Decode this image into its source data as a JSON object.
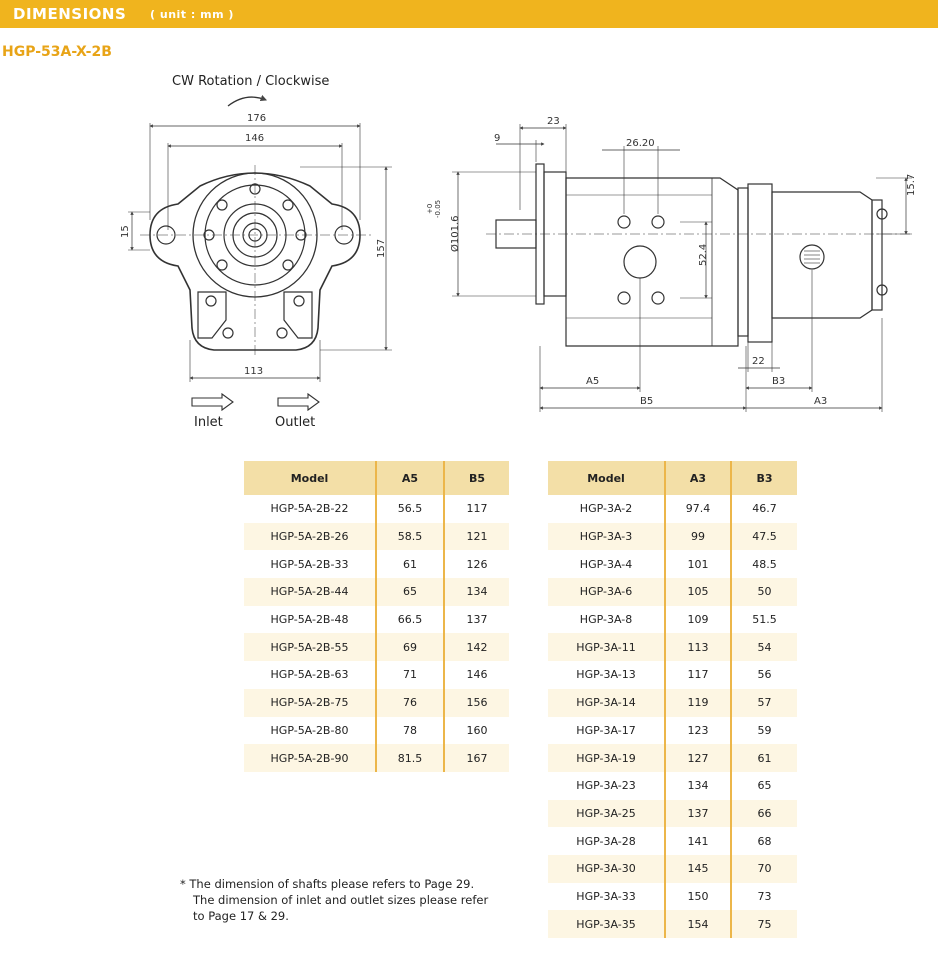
{
  "header": {
    "title": "DIMENSIONS",
    "unit": "( unit : mm )"
  },
  "model_title": "HGP-53A-X-2B",
  "drawing": {
    "rotation": "CW Rotation / Clockwise",
    "inlet": "Inlet",
    "outlet": "Outlet",
    "front_dims": {
      "w176": "176",
      "w146": "146",
      "h15": "15",
      "h157": "157",
      "w113": "113"
    },
    "side_dims": {
      "d23": "23",
      "d9": "9",
      "d26": "26.20",
      "d15_7": "15.7",
      "dia": "Ø101.6",
      "tol_top": "+0",
      "tol_bot": "-0.05",
      "d52": "52.4",
      "d22": "22",
      "a5": "A5",
      "b3": "B3",
      "b5": "B5",
      "a3": "A3"
    }
  },
  "table_left": {
    "headers": [
      "Model",
      "A5",
      "B5"
    ],
    "rows": [
      [
        "HGP-5A-2B-22",
        "56.5",
        "117"
      ],
      [
        "HGP-5A-2B-26",
        "58.5",
        "121"
      ],
      [
        "HGP-5A-2B-33",
        "61",
        "126"
      ],
      [
        "HGP-5A-2B-44",
        "65",
        "134"
      ],
      [
        "HGP-5A-2B-48",
        "66.5",
        "137"
      ],
      [
        "HGP-5A-2B-55",
        "69",
        "142"
      ],
      [
        "HGP-5A-2B-63",
        "71",
        "146"
      ],
      [
        "HGP-5A-2B-75",
        "76",
        "156"
      ],
      [
        "HGP-5A-2B-80",
        "78",
        "160"
      ],
      [
        "HGP-5A-2B-90",
        "81.5",
        "167"
      ]
    ]
  },
  "table_right": {
    "headers": [
      "Model",
      "A3",
      "B3"
    ],
    "rows": [
      [
        "HGP-3A-2",
        "97.4",
        "46.7"
      ],
      [
        "HGP-3A-3",
        "99",
        "47.5"
      ],
      [
        "HGP-3A-4",
        "101",
        "48.5"
      ],
      [
        "HGP-3A-6",
        "105",
        "50"
      ],
      [
        "HGP-3A-8",
        "109",
        "51.5"
      ],
      [
        "HGP-3A-11",
        "113",
        "54"
      ],
      [
        "HGP-3A-13",
        "117",
        "56"
      ],
      [
        "HGP-3A-14",
        "119",
        "57"
      ],
      [
        "HGP-3A-17",
        "123",
        "59"
      ],
      [
        "HGP-3A-19",
        "127",
        "61"
      ],
      [
        "HGP-3A-23",
        "134",
        "65"
      ],
      [
        "HGP-3A-25",
        "137",
        "66"
      ],
      [
        "HGP-3A-28",
        "141",
        "68"
      ],
      [
        "HGP-3A-30",
        "145",
        "70"
      ],
      [
        "HGP-3A-33",
        "150",
        "73"
      ],
      [
        "HGP-3A-35",
        "154",
        "75"
      ]
    ]
  },
  "note": {
    "line1": "*  The dimension of shafts please refers to Page 29.",
    "line2": "The dimension of inlet and outlet sizes please refer",
    "line3": "to Page 17 & 29."
  }
}
